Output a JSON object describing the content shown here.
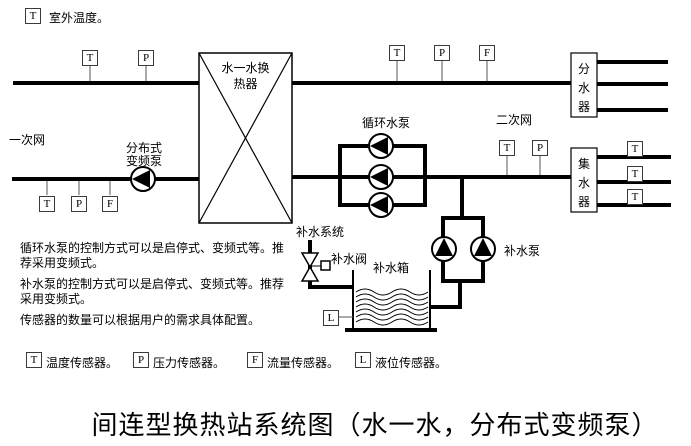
{
  "colors": {
    "ink": "#000000",
    "background": "#ffffff"
  },
  "outdoor_sensor": {
    "symbol": "T",
    "label": "室外温度。"
  },
  "labels": {
    "primary_network": "一次网",
    "secondary_network": "二次网",
    "circulation_pump": "循环水泵",
    "distributed_pump_line1": "分布式",
    "distributed_pump_line2": "变频泵",
    "heat_exchanger_line1": "水一水换",
    "heat_exchanger_line2": "热器",
    "distributor": "分水器",
    "collector": "集水器",
    "makeup_system": "补水系统",
    "makeup_valve": "补水阀",
    "makeup_tank": "补水箱",
    "makeup_pump": "补水泵"
  },
  "sensors": {
    "primary_supply": [
      "T",
      "P"
    ],
    "secondary_supply": [
      "T",
      "P",
      "F"
    ],
    "primary_return": [
      "T",
      "P",
      "F"
    ],
    "collector_inlet": [
      "T",
      "P"
    ],
    "collector_branches": [
      "T",
      "T",
      "T"
    ],
    "tank_level": "L"
  },
  "notes": [
    "循环水泵的控制方式可以是启停式、变频式等。推荐采用变频式。",
    "补水泵的控制方式可以是启停式、变频式等。推荐采用变频式。",
    "传感器的数量可以根据用户的需求具体配置。"
  ],
  "legend": {
    "items": [
      {
        "symbol": "T",
        "label": "温度传感器。"
      },
      {
        "symbol": "P",
        "label": "压力传感器。"
      },
      {
        "symbol": "F",
        "label": "流量传感器。"
      },
      {
        "symbol": "L",
        "label": "液位传感器。"
      }
    ]
  },
  "title": "间连型换热站系统图（水一水，分布式变频泵）"
}
